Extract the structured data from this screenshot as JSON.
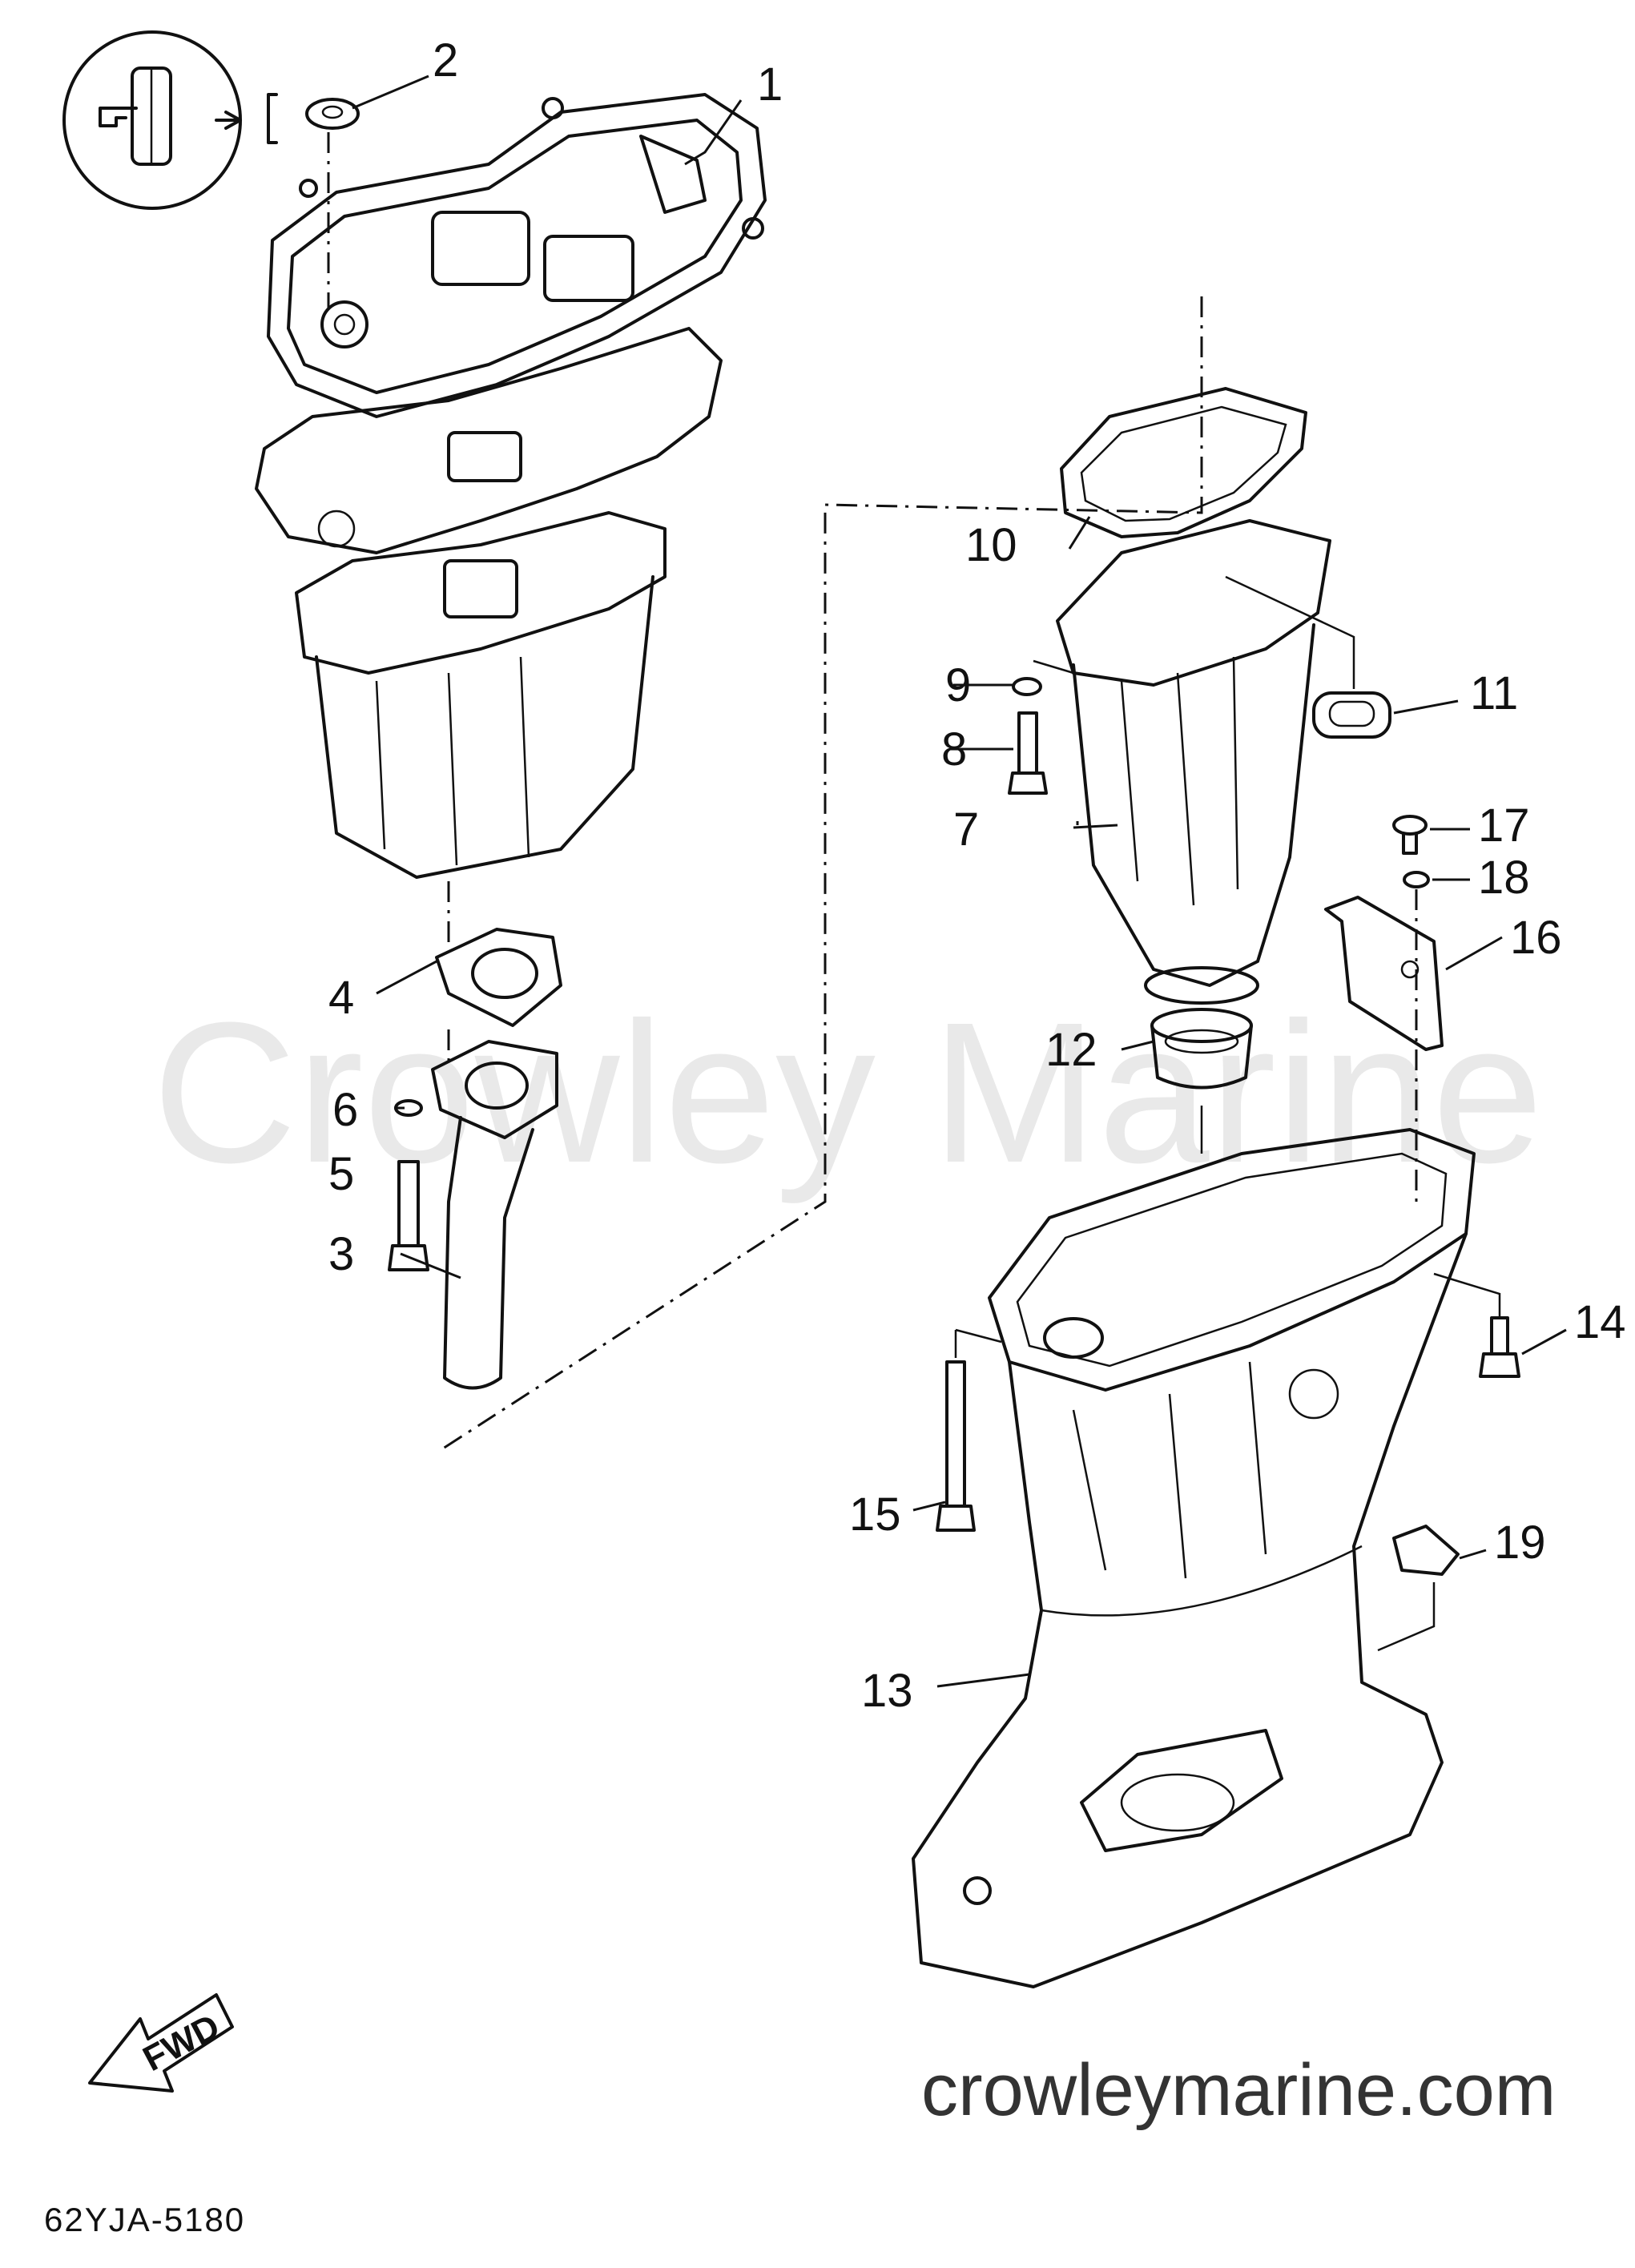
{
  "watermark": "Crowley Marine",
  "website": "crowleymarine.com",
  "drawing_code": "62YJA-5180",
  "direction_label": "FWD",
  "callouts": [
    {
      "id": "1",
      "label": "1"
    },
    {
      "id": "2",
      "label": "2"
    },
    {
      "id": "3",
      "label": "3"
    },
    {
      "id": "4",
      "label": "4"
    },
    {
      "id": "5",
      "label": "5"
    },
    {
      "id": "6",
      "label": "6"
    },
    {
      "id": "7",
      "label": "7"
    },
    {
      "id": "8",
      "label": "8"
    },
    {
      "id": "9",
      "label": "9"
    },
    {
      "id": "10",
      "label": "10"
    },
    {
      "id": "11",
      "label": "11"
    },
    {
      "id": "12",
      "label": "12"
    },
    {
      "id": "13",
      "label": "13"
    },
    {
      "id": "14",
      "label": "14"
    },
    {
      "id": "15",
      "label": "15"
    },
    {
      "id": "16",
      "label": "16"
    },
    {
      "id": "17",
      "label": "17"
    },
    {
      "id": "18",
      "label": "18"
    },
    {
      "id": "19",
      "label": "19"
    }
  ]
}
